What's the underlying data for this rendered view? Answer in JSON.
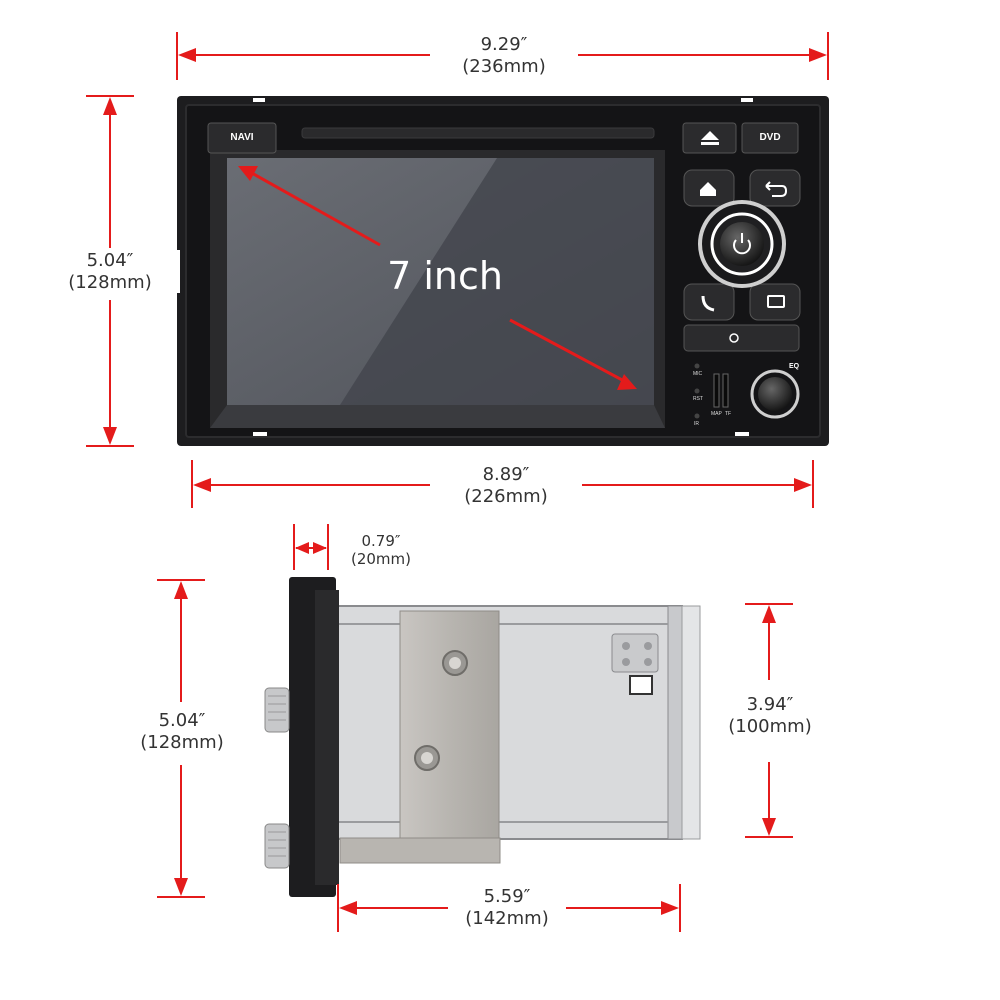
{
  "front": {
    "width_label": "9.29″",
    "width_mm": "(236mm)",
    "height_label": "5.04″",
    "height_mm": "(128mm)",
    "inner_width_label": "8.89″",
    "inner_width_mm": "(226mm)",
    "screen_size": "7 inch",
    "buttons": {
      "navi": "NAVI",
      "dvd": "DVD",
      "eq": "EQ",
      "mic": "MIC",
      "rst": "RST",
      "ir": "IR",
      "map": "MAP",
      "tf": "TF"
    }
  },
  "side": {
    "faceplate_label": "0.79″",
    "faceplate_mm": "(20mm)",
    "height_label": "5.04″",
    "height_mm": "(128mm)",
    "body_height_label": "3.94″",
    "body_height_mm": "(100mm)",
    "depth_label": "5.59″",
    "depth_mm": "(142mm)"
  },
  "colors": {
    "arrow": "#e41b1b",
    "housing": "#1d1d1f",
    "screen": "#5c5f66",
    "chassis": "#d9dadc",
    "bracket": "#bdbab6"
  }
}
